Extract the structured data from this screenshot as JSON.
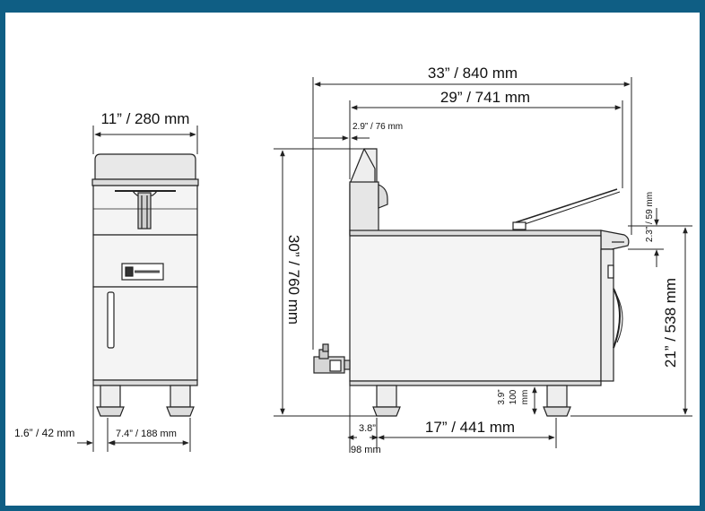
{
  "colors": {
    "frame": "#0f5e84",
    "line": "#222222",
    "body": "#f2f2f2",
    "shade": "#d9d9d9",
    "dark": "#555555"
  },
  "front_view": {
    "width_label": "11” / 280 mm",
    "leg_height_label": "1.6” / 42 mm",
    "leg_spacing_label": "7.4” / 188 mm"
  },
  "side_view": {
    "overall_depth_label": "33” / 840 mm",
    "body_depth_label": "29” / 741 mm",
    "front_offset_label": "2.9” / 76 mm",
    "overall_height_label": "30” / 760 mm",
    "top_offset_label": "2.3” / 59 mm",
    "body_height_label": "21” / 538 mm",
    "clearance_label_in": "3.9”",
    "clearance_label_mm_a": "100",
    "clearance_label_mm_b": "mm",
    "leg_offset_label_in": "3.8”",
    "leg_offset_label_mm": "98 mm",
    "leg_spacing_label": "17” / 441 mm"
  }
}
